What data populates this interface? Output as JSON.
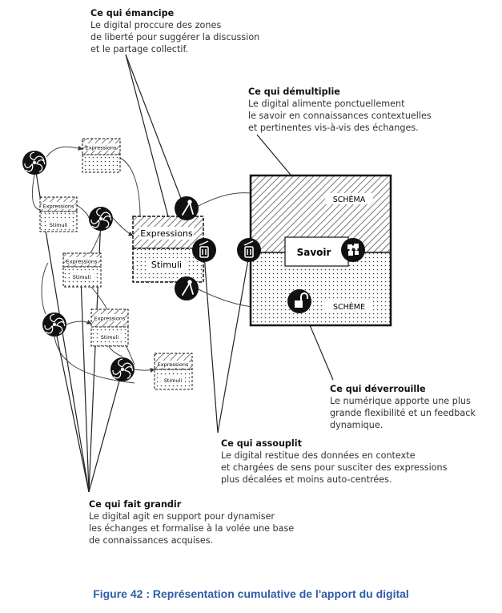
{
  "annotations": {
    "emancipe": {
      "title": "Ce qui émancipe",
      "lines": [
        "Le digital proccure des zones",
        "de liberté pour suggérer la discussion",
        "et le partage collectif."
      ]
    },
    "demultiplie": {
      "title": "Ce qui démultiplie",
      "lines": [
        "Le digital alimente ponctuellement",
        "le savoir en connaissances contextuelles",
        "et pertinentes vis-à-vis des échanges."
      ]
    },
    "deverrouille": {
      "title": "Ce qui déverrouille",
      "lines": [
        "Le numérique apporte une plus",
        "grande flexibilité et un feedback",
        "dynamique."
      ]
    },
    "assouplit": {
      "title": "Ce qui assouplit",
      "lines": [
        "Le digital restitue des données en contexte",
        "et chargées de sens pour susciter des expressions",
        "plus décalées et moins auto-centrées."
      ]
    },
    "grandir": {
      "title": "Ce qui fait grandir",
      "lines": [
        "Le digital agit en support pour dynamiser",
        "les échanges et formalise à la volée une base",
        "de connaissances acquises."
      ]
    }
  },
  "boxes": {
    "expressions": "Expressions",
    "stimuli": "Stimuli"
  },
  "schema_box": {
    "schema": "SCHÉMA",
    "scheme": "SCHÈME",
    "savoir": "Savoir"
  },
  "caption": "Figure 42 : Représentation cumulative de l'apport du digital",
  "icons": [
    "spiral-icon",
    "compass-icon",
    "bin-icon",
    "unlock-icon",
    "puzzle-icon"
  ]
}
